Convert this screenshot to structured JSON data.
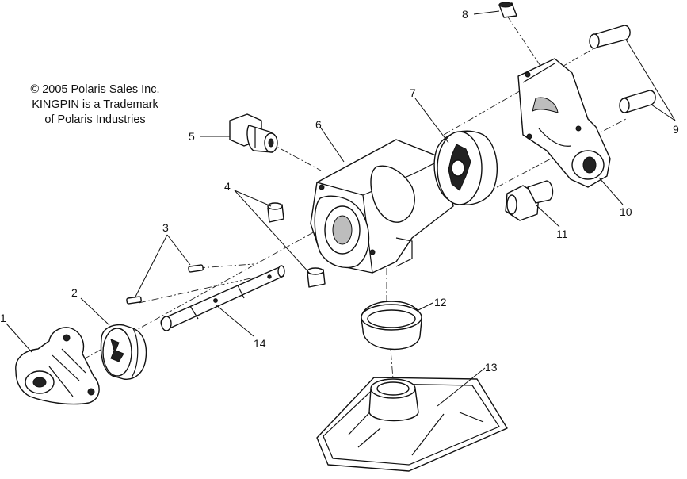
{
  "copyright": {
    "line1": "© 2005 Polaris Sales Inc.",
    "line2": "KINGPIN is a Trademark",
    "line3": "of Polaris Industries"
  },
  "callouts": [
    "1",
    "2",
    "3",
    "4",
    "5",
    "6",
    "7",
    "8",
    "9",
    "10",
    "11",
    "12",
    "13",
    "14"
  ]
}
